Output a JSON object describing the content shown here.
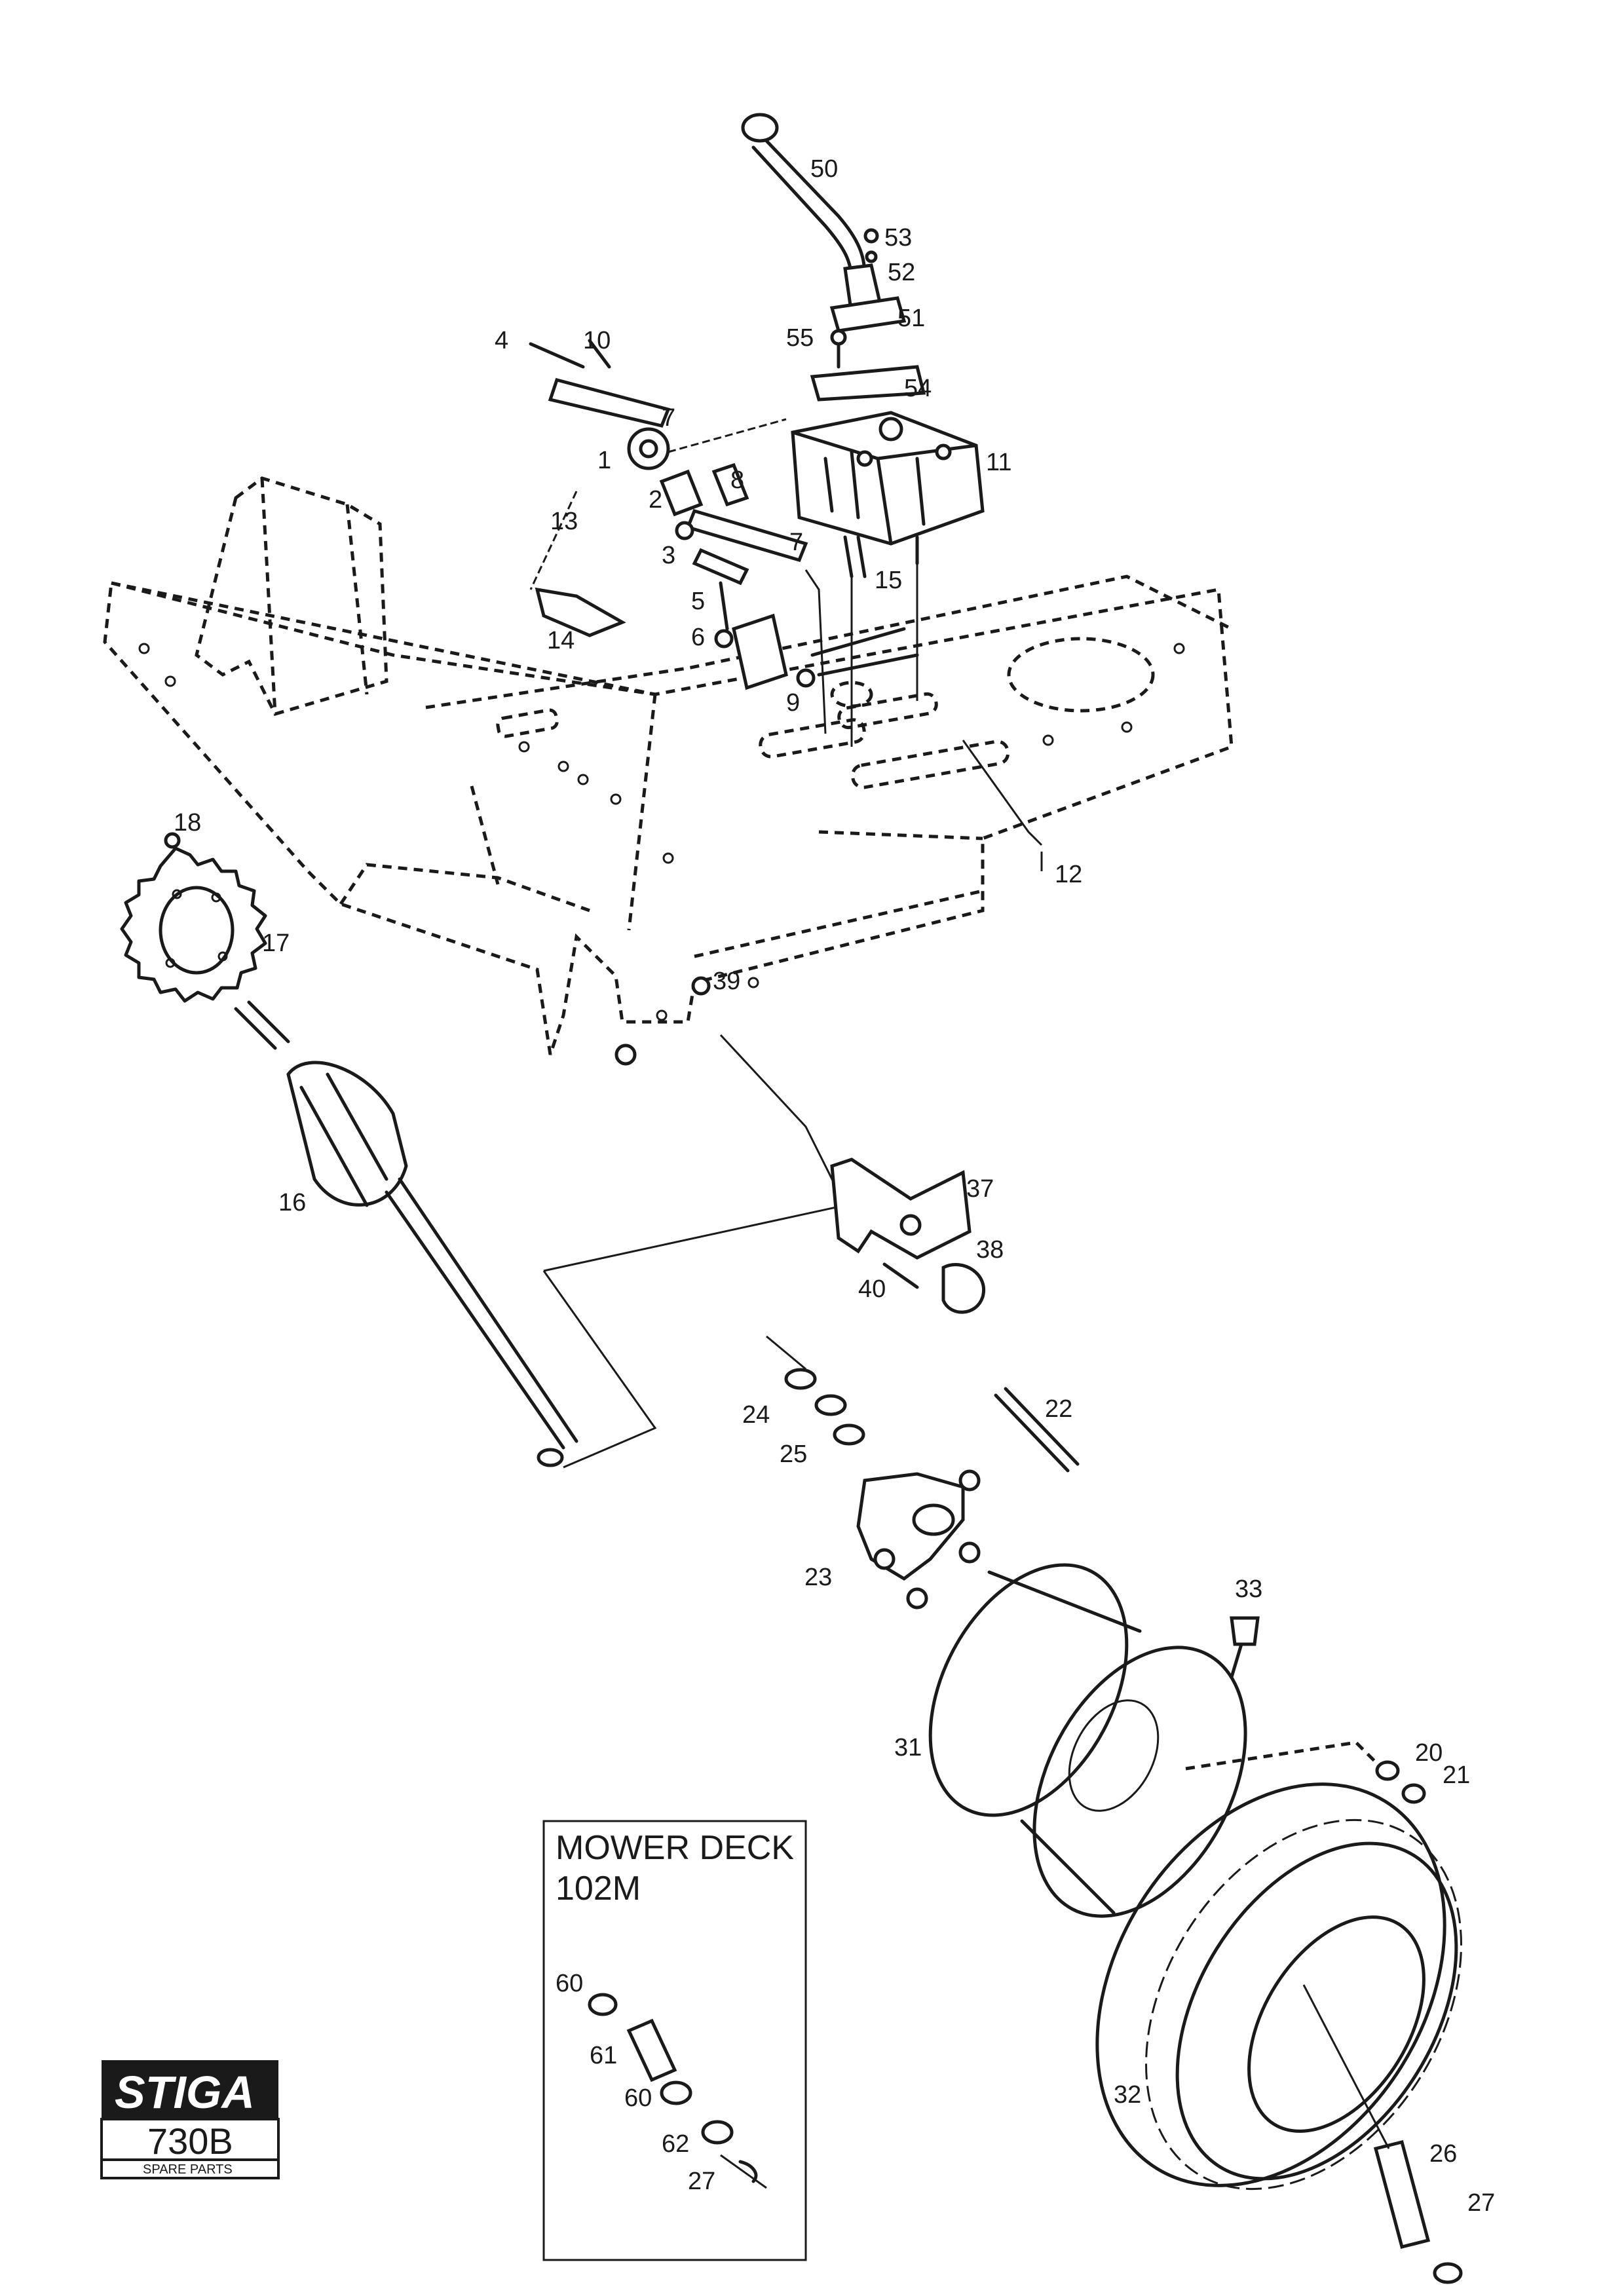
{
  "logo": {
    "brand": "STIGA",
    "model": "730B",
    "subtitle": "SPARE PARTS"
  },
  "inset_box": {
    "title_line1": "MOWER DECK",
    "title_line2": "102M"
  },
  "part_numbers": {
    "p1": "1",
    "p2": "2",
    "p3": "3",
    "p4": "4",
    "p5": "5",
    "p6": "6",
    "p7a": "7",
    "p7b": "7",
    "p8": "8",
    "p9": "9",
    "p10": "10",
    "p11": "11",
    "p12": "12",
    "p13": "13",
    "p14": "14",
    "p15": "15",
    "p16": "16",
    "p17": "17",
    "p18": "18",
    "p20": "20",
    "p21": "21",
    "p22": "22",
    "p23": "23",
    "p24": "24",
    "p25": "25",
    "p26": "26",
    "p27a": "27",
    "p27b": "27",
    "p31": "31",
    "p32": "32",
    "p33": "33",
    "p37": "37",
    "p38": "38",
    "p39": "39",
    "p40": "40",
    "p50": "50",
    "p51": "51",
    "p52": "52",
    "p53": "53",
    "p54": "54",
    "p55": "55",
    "p60a": "60",
    "p60b": "60",
    "p61": "61",
    "p62": "62"
  }
}
